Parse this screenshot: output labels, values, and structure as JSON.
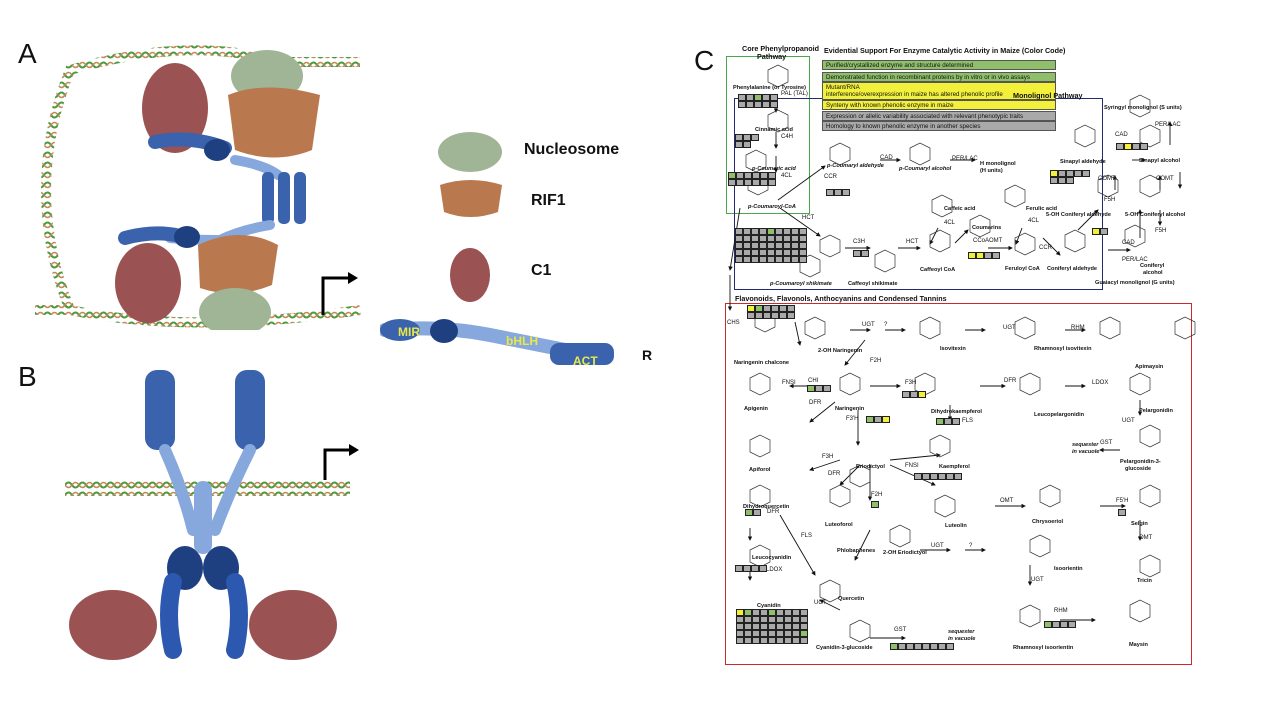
{
  "panels": {
    "a": "A",
    "b": "B",
    "c": "C"
  },
  "legend_a": {
    "nucleosome": "Nucleosome",
    "rif1": "RIF1",
    "c1": "C1",
    "r": "R",
    "domains": {
      "mir": "MIR",
      "bhlh": "bHLH",
      "act": "ACT"
    }
  },
  "colors": {
    "nucleosome": "#9fb596",
    "rif1": "#b9784e",
    "c1": "#9a5252",
    "r_light": "#86a8dc",
    "r_dark": "#1e3f80",
    "dna_green": "#4a9a3a",
    "core_box": "#4da64d",
    "monolignol_box": "#232a6e",
    "flavonoid_box": "#cc2a2a",
    "ev_green": "#8fbf6a",
    "ev_yellow": "#f2f03a",
    "ev_grey": "#a9a9a9"
  },
  "pathway": {
    "core_title": [
      "Core Phenylpropanoid",
      "Pathway"
    ],
    "evidence_title": "Evidential Support For Enzyme Catalytic Activity in Maize  (Color Code)",
    "evidence_rows": [
      {
        "text": "Purified/crystallized enzyme and structure determined",
        "color": "green"
      },
      {
        "text": "Demonstrated function in recombinant proteins by in vitro or in vivo assays",
        "color": "green"
      },
      {
        "text": "Mutant/RNA",
        "color": "yellow"
      },
      {
        "text": "interference/overexpression in maize has altered phenolic profile",
        "color": "yellow"
      },
      {
        "text": "Synteny with known phenolic enzyme in maize",
        "color": "yellow"
      },
      {
        "text": "Expression or allelic variability associated with relevant phenotypic traits",
        "color": "grey"
      },
      {
        "text": "Homology to known phenolic enzyme in another species",
        "color": "grey"
      }
    ],
    "monolignol_title": "Monolignol Pathway",
    "flavonoid_title": "Flavonoids, Flavonols, Anthocyanins and Condensed Tannins",
    "compounds": {
      "phe": "Phenylalanine (or Tyrosine)",
      "cinnamic": "Cinnamic acid",
      "pcoumaric": "p-Coumaric acid",
      "pcoumaroylcoa": "p-Coumaroyl-CoA",
      "pcoumaraldehyde": "p-Coumaryl aldehyde",
      "pcoumarylalcohol": "p-Coumaryl alcohol",
      "hmono": "H monolignol",
      "hunits": "(H units)",
      "pcshik": "p-Coumaroyl shikimate",
      "cafshik": "Caffeoyl shikimate",
      "caffeicacid": "Caffeic acid",
      "caffeoylcoa": "Caffeoyl CoA",
      "coumarins": "Coumarins",
      "ferulicacid": "Ferulic acid",
      "feruloylcoa": "Feruloyl CoA",
      "conald": "Coniferyl aldehyde",
      "conalc": "Coniferyl",
      "conalc2": "alcohol",
      "guaiacyl": "Guaiacyl monolignol (G units)",
      "syringyl": "Syringyl monolignol (S units)",
      "sinapald": "Sinapyl aldehyde",
      "sinapalc": "Sinapyl alcohol",
      "ohconald": "5-OH Coniferyl aldehyde",
      "ohconalc": "5-OH Coniferyl alcohol",
      "narchal": "Naringenin chalcone",
      "ohnar": "2-OH Naringenin",
      "isovitexin": "Isovitexin",
      "rhamisovitexin": "Rhamnosyl isovitexin",
      "apimaysin": "Apimaysin",
      "apigenin": "Apigenin",
      "naringenin": "Naringenin",
      "dhk": "Dihydrokaempferol",
      "leucopel": "Leucopelargonidin",
      "pelargonidin": "Pelargonidin",
      "apiforol": "Apiforol",
      "kaempferol": "Kaempferol",
      "pelglu": "Pelargonidin-3-",
      "pelglu2": "glucoside",
      "sequester": "sequester",
      "invacuole": "in vacuole",
      "eriodictyol": "Eriodictyol",
      "dhq": "Dihydroquercetin",
      "luteoforol": "Luteoforol",
      "luteolin": "Luteolin",
      "chrysoeriol": "Chrysoeriol",
      "selgin": "Selgin",
      "leucocyanidin": "Leucocyanidin",
      "phlobaphenes": "Phlobaphenes",
      "oheriodictyol": "2-OH Eriodictyol",
      "isoorientin": "Isoorientin",
      "tricin": "Tricin",
      "quercetin": "Quercetin",
      "cyanidin": "Cyanidin",
      "rhamisoorientin": "Rhamnosyl isoorientin",
      "maysin": "Maysin",
      "cyaglu": "Cyanidin-3-glucoside"
    },
    "enzymes": {
      "paltal": "PAL (TAL)",
      "c4h": "C4H",
      "fourcl": "4CL",
      "ccr": "CCR",
      "cad": "CAD",
      "perlac": "PER/LAC",
      "hct": "HCT",
      "c3h": "C3H",
      "hct2": "HCT",
      "fourcl2": "4CL",
      "ccoaomt": "CCoAOMT",
      "fourcl3": "4CL",
      "ccr2": "CCR",
      "f5h": "F5H",
      "comt": "COMT",
      "cad2": "CAD",
      "perlac2": "PER/LAC",
      "comt2": "COMT",
      "f5h2": "F5H",
      "cad3": "CAD",
      "perlac3": "PER/LAC",
      "chs": "CHS",
      "ugt1": "UGT",
      "q1": "?",
      "ugt2": "UGT",
      "rhm1": "RHM",
      "chi": "CHI",
      "f2h": "F2H",
      "fnsi": "FNSI",
      "f3h": "F3H",
      "dfr": "DFR",
      "ldox": "LDOX",
      "dfr2": "DFR",
      "f3ph": "F3'H",
      "fls": "FLS",
      "ugt3": "UGT",
      "gst": "GST",
      "f3h2": "F3H",
      "dfr3": "DFR",
      "fnsi2": "FNSI",
      "f2h2": "F2H",
      "omt": "OMT",
      "f5ph": "F5'H",
      "dfr4": "DFR",
      "fls2": "FLS",
      "ugt4": "UGT",
      "q2": "?",
      "omt2": "OMT",
      "ldox2": "LDOX",
      "ugt5": "UGT",
      "rhm2": "RHM",
      "ugt6": "UGT",
      "gst2": "GST"
    }
  }
}
